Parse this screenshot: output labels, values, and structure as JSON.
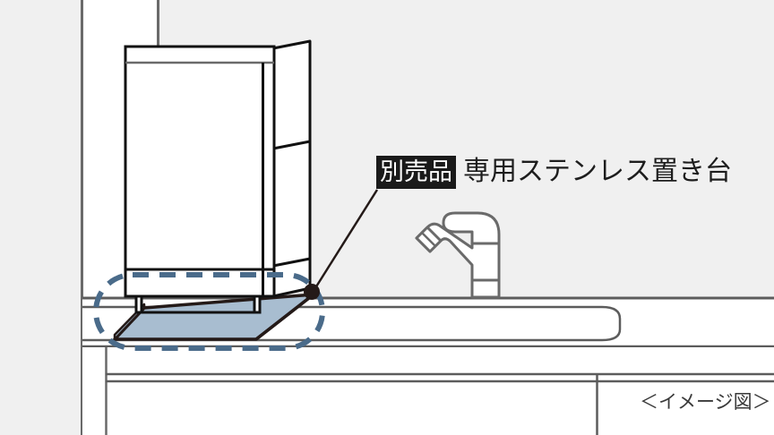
{
  "figure": {
    "type": "product-installation-illustration",
    "subject": "countertop dishwasher on optional stainless steel stand",
    "background_color": "#f0f0f0",
    "panel_color": "#ffffff"
  },
  "annotation": {
    "badge_label": "別売品",
    "badge_bg": "#1a1a1a",
    "badge_fg": "#ffffff",
    "caption": "専用ステンレス置き台",
    "caption_color": "#1d1d1d",
    "leader_color": "#241a18",
    "leader_dot_color": "#241a18"
  },
  "highlight": {
    "shape": "dashed-stadium",
    "stroke_color": "#4a6b8a",
    "dash": "18 12",
    "stroke_width": 6
  },
  "parts": {
    "stand_plate": {
      "name": "専用ステンレス置き台",
      "fill": "#a8bdd0",
      "stroke": "#241a18"
    },
    "dishwasher": {
      "fill": "#ffffff",
      "stroke": "#111111"
    },
    "faucet": {
      "fill": "#ffffff",
      "stroke": "#6a6a6a"
    },
    "counter": {
      "fill": "#ffffff",
      "stroke": "#5c5c5c"
    },
    "wall_panel": {
      "fill": "#ffffff",
      "stroke": "#6a6a6a"
    }
  },
  "footer": {
    "image_note": "＜イメージ図＞"
  }
}
